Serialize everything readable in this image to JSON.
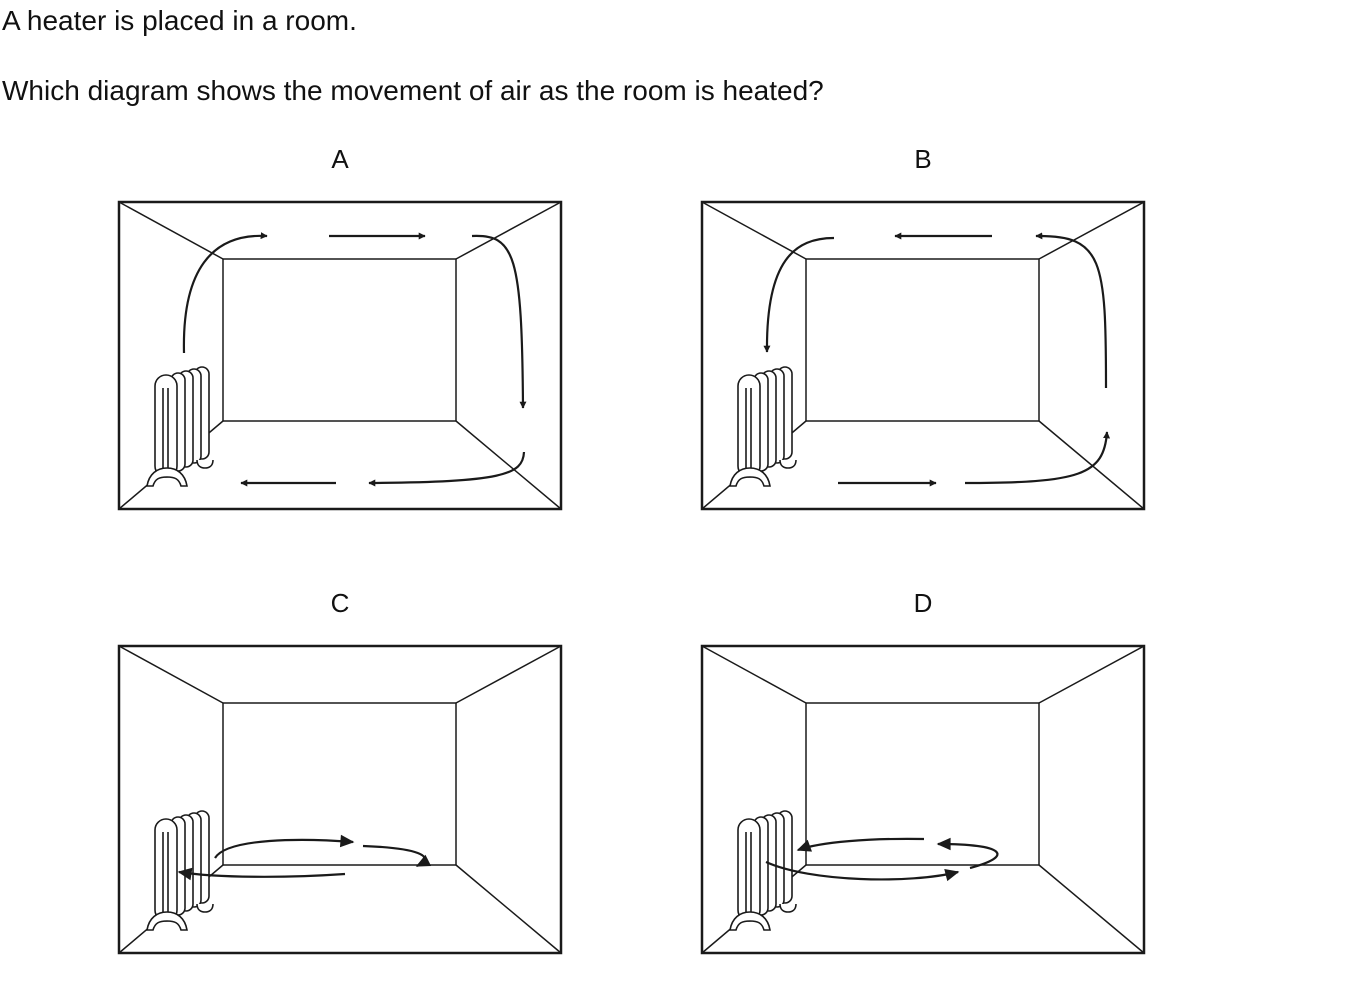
{
  "question": {
    "intro": "A heater is placed in a room.",
    "prompt": "Which diagram shows the movement of air as the room is heated?"
  },
  "options": [
    {
      "label": "A",
      "airflow": "rises above heater, travels across ceiling, falls at far wall, returns along floor"
    },
    {
      "label": "B",
      "airflow": "rises at far wall, travels across ceiling toward heater, falls above heater, returns along floor"
    },
    {
      "label": "C",
      "airflow": "horizontal loop at floor level, clockwise"
    },
    {
      "label": "D",
      "airflow": "horizontal loop at floor level, anticlockwise"
    }
  ],
  "colors": {
    "ink": "#1a1a1a",
    "background": "#ffffff"
  },
  "icons": [
    "room-outline",
    "radiator-icon",
    "air-flow-arrow"
  ]
}
